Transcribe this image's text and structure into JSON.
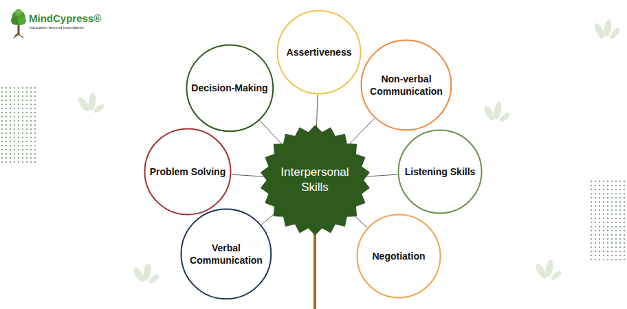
{
  "diagram": {
    "nodes": [
      {
        "text": [
          "Interpersonal Skills"
        ]
      },
      {
        "text": [
          "Assertiveness"
        ]
      },
      {
        "text": [
          "Non-verbal Communication"
        ]
      },
      {
        "text": [
          "Listening Skills"
        ]
      },
      {
        "text": [
          "Negotiation"
        ]
      },
      {
        "text": [
          "Verbal Communication"
        ]
      },
      {
        "text": [
          "Problem Solving"
        ]
      },
      {
        "text": [
          "Decision-Making"
        ]
      }
    ],
    "edges": [
      {
        "from": 0,
        "to": 1,
        "arrow": "none"
      },
      {
        "from": 0,
        "to": 2,
        "arrow": "none"
      },
      {
        "from": 0,
        "to": 3,
        "arrow": "none"
      },
      {
        "from": 0,
        "to": 4,
        "arrow": "none"
      },
      {
        "from": 0,
        "to": 5,
        "arrow": "none"
      },
      {
        "from": 0,
        "to": 6,
        "arrow": "none"
      },
      {
        "from": 0,
        "to": 7,
        "arrow": "none"
      }
    ],
    "labels": [
      "MindCypress®",
      "education beyond boundaries"
    ]
  }
}
